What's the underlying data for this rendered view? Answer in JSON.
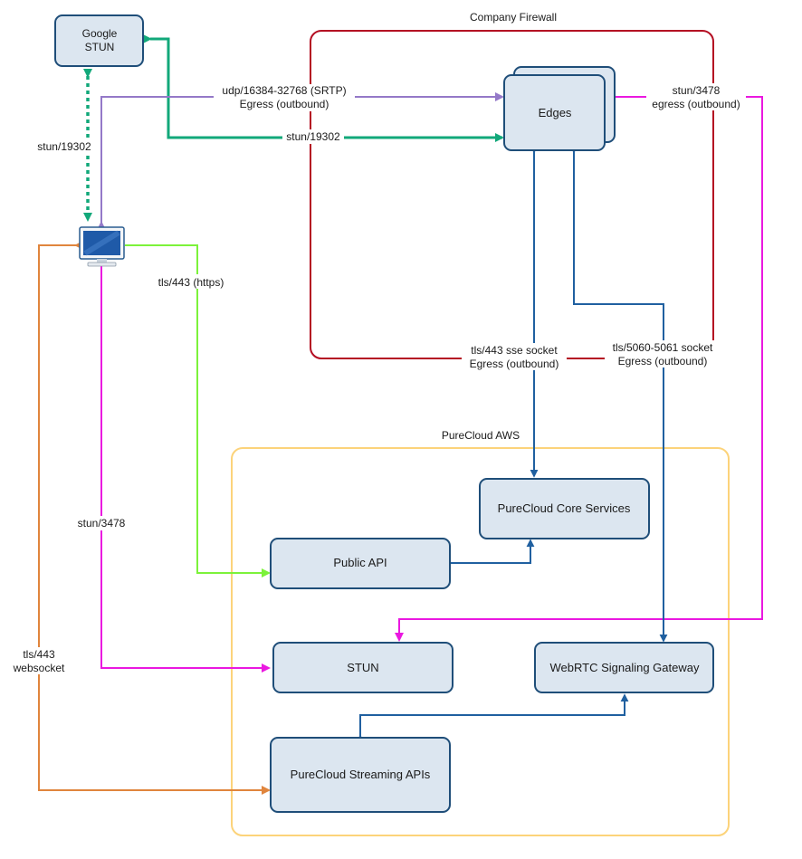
{
  "colors": {
    "box_fill": "#dce6f0",
    "box_stroke": "#1f4e79",
    "firewall": "#b40d22",
    "aws_region": "#fcd37a",
    "teal": "#12a87a",
    "purple": "#9479c8",
    "magenta": "#ea18e0",
    "green": "#7cf23a",
    "orange": "#e0853d",
    "blue": "#2060a0"
  },
  "regions": {
    "firewall_label": "Company Firewall",
    "aws_label": "PureCloud AWS"
  },
  "nodes": {
    "google_stun_line1": "Google",
    "google_stun_line2": "STUN",
    "edges": "Edges",
    "core_services": "PureCloud Core Services",
    "public_api": "Public API",
    "stun": "STUN",
    "webrtc_gateway": "WebRTC Signaling Gateway",
    "streaming_apis": "PureCloud Streaming APIs",
    "computer": "computer"
  },
  "edge_labels": {
    "srtp_line1": "udp/16384-32768 (SRTP)",
    "srtp_line2": "Egress (outbound)",
    "stun19302_edge": "stun/19302",
    "stun19302_left": "stun/19302",
    "stun3478_edges_line1": "stun/3478",
    "stun3478_edges_line2": "egress (outbound)",
    "tls443_https": "tls/443 (https)",
    "tls443_sse_line1": "tls/443 sse socket",
    "tls443_sse_line2": "Egress (outbound)",
    "tls5060_line1": "tls/5060-5061 socket",
    "tls5060_line2": "Egress (outbound)",
    "stun3478_left": "stun/3478",
    "websocket_line1": "tls/443",
    "websocket_line2": "websocket"
  }
}
